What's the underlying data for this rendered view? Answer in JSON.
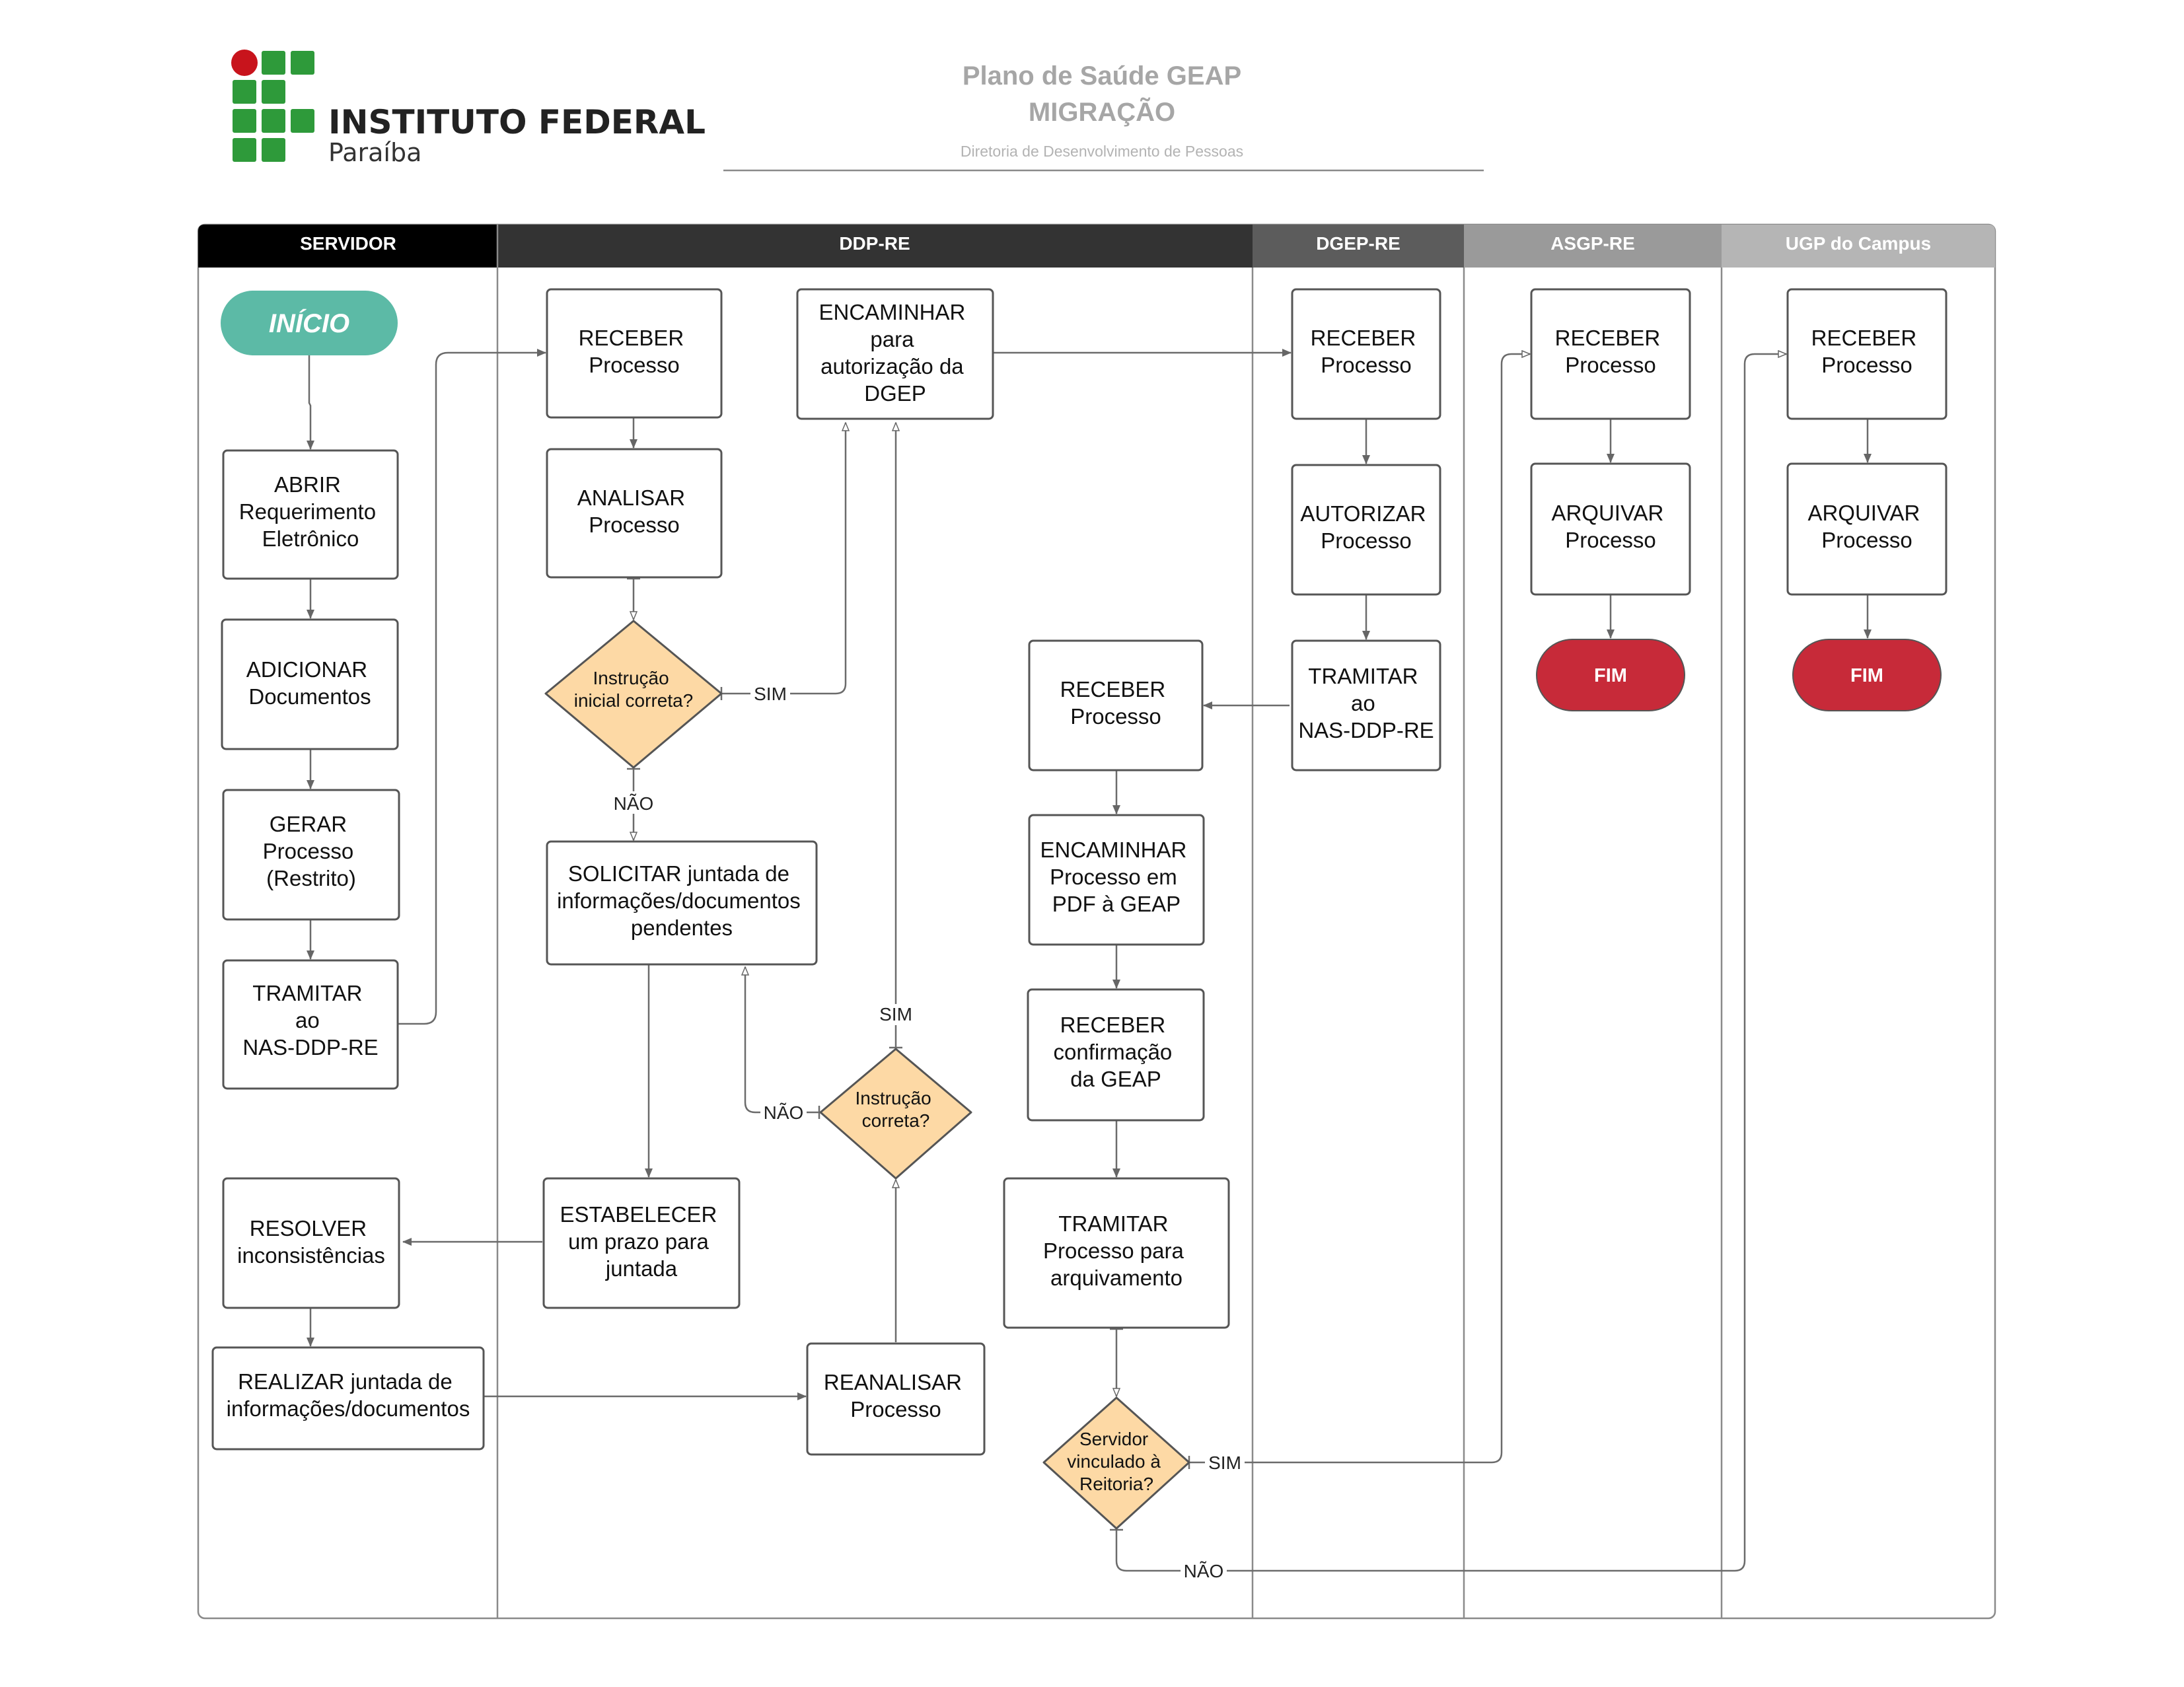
{
  "header": {
    "org_name": "INSTITUTO FEDERAL",
    "org_campus": "Paraíba",
    "title_line1": "Plano de Saúde GEAP",
    "title_line2": "MIGRAÇÃO",
    "subtitle": "Diretoria de Desenvolvimento de Pessoas"
  },
  "colors": {
    "logo_green": "#2e9a3a",
    "logo_red": "#c8141c",
    "start_fill": "#5cbaa6",
    "end_fill": "#c72a39",
    "decision_fill": "#fdd9a5",
    "lane_servidor": "#000000",
    "lane_ddp": "#333333",
    "lane_dgep": "#5c5c5c",
    "lane_asgp": "#9a9a9a",
    "lane_ugp": "#b5b5b5"
  },
  "lanes": [
    {
      "id": "servidor",
      "label": "SERVIDOR"
    },
    {
      "id": "ddp",
      "label": "DDP-RE"
    },
    {
      "id": "dgep",
      "label": "DGEP-RE"
    },
    {
      "id": "asgp",
      "label": "ASGP-RE"
    },
    {
      "id": "ugp",
      "label": "UGP do Campus"
    }
  ],
  "nodes": {
    "inicio": [
      "INÍCIO"
    ],
    "abrir": [
      "ABRIR",
      "Requerimento",
      "Eletrônico"
    ],
    "adicionar": [
      "ADICIONAR",
      "Documentos"
    ],
    "gerar": [
      "GERAR",
      "Processo",
      "(Restrito)"
    ],
    "tramitar_servidor": [
      "TRAMITAR",
      "ao",
      "NAS-DDP-RE"
    ],
    "resolver": [
      "RESOLVER",
      "inconsistências"
    ],
    "realizar": [
      "REALIZAR  juntada de",
      "informações/documentos"
    ],
    "receber_ddp": [
      "RECEBER",
      "Processo"
    ],
    "analisar": [
      "ANALISAR",
      "Processo"
    ],
    "instrucao_inicial": [
      "Instrução",
      "inicial correta?"
    ],
    "solicitar": [
      "SOLICITAR juntada de",
      "informações/documentos",
      "pendentes"
    ],
    "estabelecer": [
      "ESTABELECER",
      "um prazo para",
      "juntada"
    ],
    "encaminhar_dgep": [
      "ENCAMINHAR",
      "para",
      "autorização da",
      "DGEP"
    ],
    "instrucao_correta": [
      "Instrução",
      "correta?"
    ],
    "reanalisar": [
      "REANALISAR",
      "Processo"
    ],
    "receber_ddp2": [
      "RECEBER",
      "Processo"
    ],
    "encaminhar_geap": [
      "ENCAMINHAR",
      "Processo em",
      "PDF à GEAP"
    ],
    "receber_confirmacao": [
      "RECEBER",
      "confirmação",
      "da GEAP"
    ],
    "tramitar_arquivamento": [
      "TRAMITAR",
      "Processo para",
      "arquivamento"
    ],
    "servidor_vinculado": [
      "Servidor",
      "vinculado à",
      "Reitoria?"
    ],
    "receber_dgep": [
      "RECEBER",
      "Processo"
    ],
    "autorizar": [
      "AUTORIZAR",
      "Processo"
    ],
    "tramitar_dgep": [
      "TRAMITAR",
      "ao",
      "NAS-DDP-RE"
    ],
    "receber_asgp": [
      "RECEBER",
      "Processo"
    ],
    "arquivar_asgp": [
      "ARQUIVAR",
      "Processo"
    ],
    "fim_asgp": [
      "FIM"
    ],
    "receber_ugp": [
      "RECEBER",
      "Processo"
    ],
    "arquivar_ugp": [
      "ARQUIVAR",
      "Processo"
    ],
    "fim_ugp": [
      "FIM"
    ]
  },
  "edge_labels": {
    "sim": "SIM",
    "nao": "NÃO"
  }
}
